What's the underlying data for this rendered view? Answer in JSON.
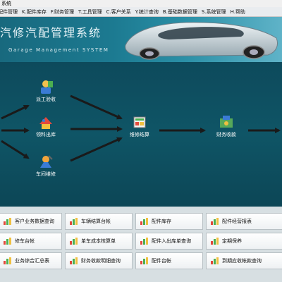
{
  "window": {
    "title": "系统"
  },
  "menu": {
    "items": [
      {
        "label": "配件管理"
      },
      {
        "label": "K.配件库存"
      },
      {
        "label": "F.财务管理"
      },
      {
        "label": "T.工具管理"
      },
      {
        "label": "C.客户关系"
      },
      {
        "label": "Y.统计查询"
      },
      {
        "label": "B.基础数据管理"
      },
      {
        "label": "S.系统管理"
      },
      {
        "label": "H.帮助"
      }
    ]
  },
  "banner": {
    "title": "汽修汽配管理系统",
    "subtitle": "Garage Management SYSTEM"
  },
  "flow": {
    "nodes": [
      {
        "label": "派工验收",
        "icon": "dispatch-inspection-icon"
      },
      {
        "label": "领料出库",
        "icon": "parts-requisition-icon"
      },
      {
        "label": "车间维修",
        "icon": "workshop-repair-icon"
      },
      {
        "label": "维修结算",
        "icon": "repair-settlement-icon"
      },
      {
        "label": "财务收款",
        "icon": "finance-receipt-icon"
      }
    ]
  },
  "shortcuts": {
    "rows": [
      [
        {
          "label": "客户业务数据查询"
        },
        {
          "label": "车辆结算台帐"
        },
        {
          "label": "配件库存"
        },
        {
          "label": "配件经营报表"
        }
      ],
      [
        {
          "label": "修车台帐"
        },
        {
          "label": "单车成本核算单"
        },
        {
          "label": "配件入出库单查询"
        },
        {
          "label": "定期保养"
        }
      ],
      [
        {
          "label": "业务综合汇总表"
        },
        {
          "label": "财务收款明细查询"
        },
        {
          "label": "配件台帐"
        },
        {
          "label": "到期应收帐款查询"
        }
      ]
    ]
  },
  "colors": {
    "banner": "#1c7a91",
    "flow_bg": "#0f5566",
    "panel_bg": "#d7dfe2",
    "arrow": "#1a1a1a"
  }
}
